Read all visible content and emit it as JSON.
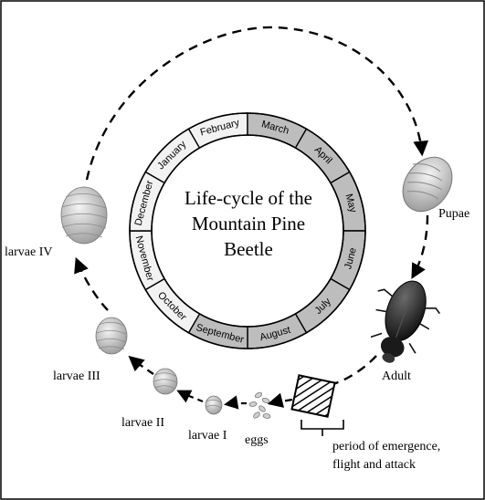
{
  "title_lines": [
    "Life-cycle of the",
    "Mountain Pine",
    "Beetle"
  ],
  "months": [
    "January",
    "February",
    "March",
    "April",
    "May",
    "June",
    "July",
    "August",
    "September",
    "October",
    "November",
    "December"
  ],
  "stages": {
    "pupae": "Pupae",
    "adult": "Adult",
    "eggs": "eggs",
    "larvae_1": "larvae I",
    "larvae_2": "larvae II",
    "larvae_3": "larvae III",
    "larvae_4": "larvae IV"
  },
  "emergence_lines": [
    "period of emergence,",
    "flight and attack"
  ],
  "colors": {
    "ring_light": "#f2f2f2",
    "ring_dark": "#bdbdbd",
    "line": "#000000",
    "larva": "#cfcfcf",
    "beetle": "#2a2a2a"
  }
}
